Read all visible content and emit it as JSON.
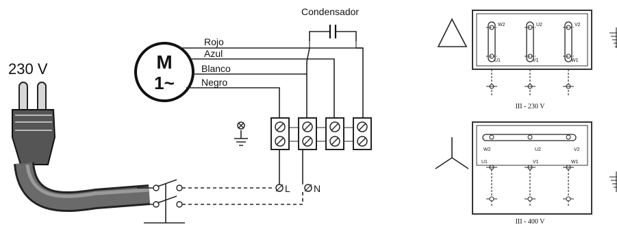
{
  "left": {
    "supply_voltage": "230 V",
    "motor": {
      "letter": "M",
      "phase": "1~"
    },
    "capacitor_label": "Condensador",
    "wires": [
      "Rojo",
      "Azul",
      "Blanco",
      "Negro"
    ],
    "line_label": "L",
    "neutral_label": "N"
  },
  "right": {
    "delta_caption": "III - 230 V",
    "star_caption": "III - 400 V",
    "delta_top_terms": [
      "W2",
      "U2",
      "V2"
    ],
    "delta_bottom_terms": [
      "U1",
      "V1",
      "W1"
    ],
    "star_top_terms": [
      "W2",
      "U2",
      "V2"
    ],
    "star_bottom_terms": [
      "U1",
      "V1",
      "W1"
    ]
  }
}
